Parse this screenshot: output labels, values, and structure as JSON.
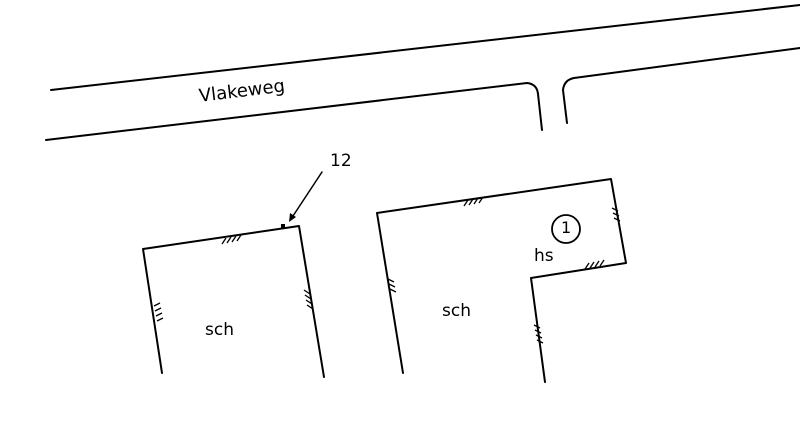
{
  "street": {
    "name": "Vlakeweg"
  },
  "parcels": [
    {
      "label": "sch"
    },
    {
      "label": "sch",
      "sublabel": "hs",
      "number": "1"
    }
  ],
  "point_marker": {
    "label": "12"
  }
}
